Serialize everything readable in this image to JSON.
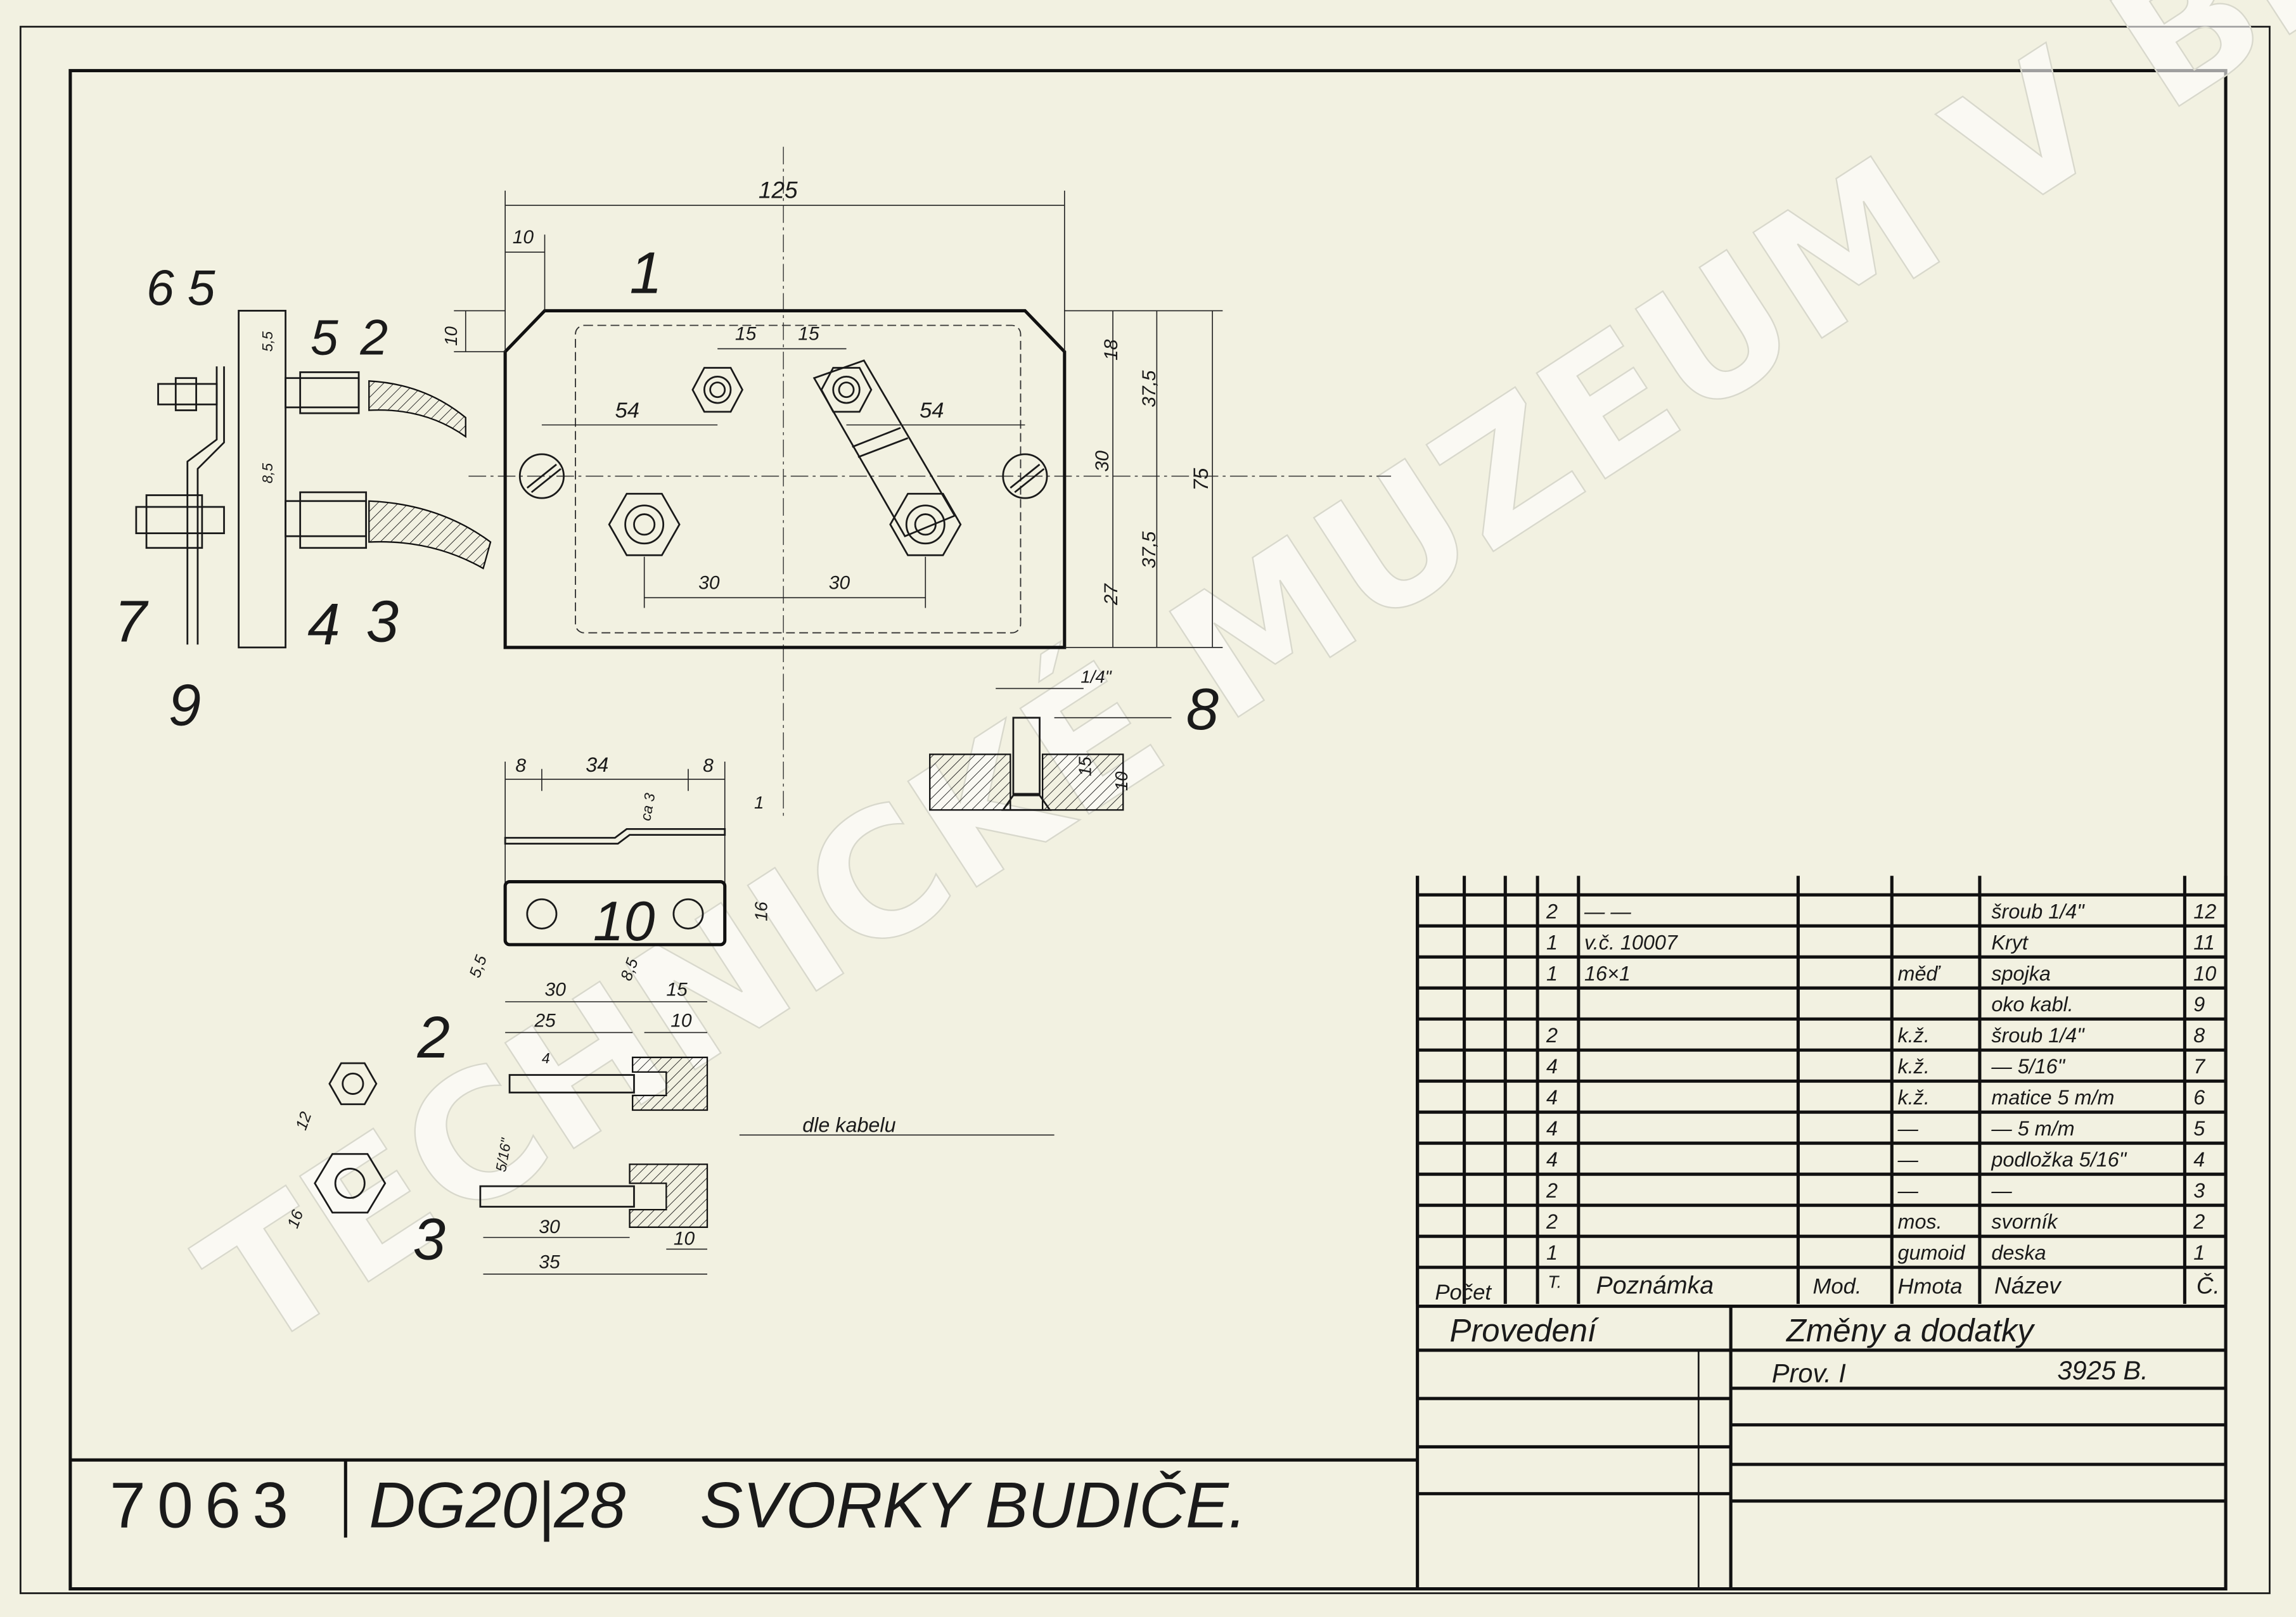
{
  "watermark": "TECHNICKÉ MUZEUM V BRNĚ",
  "title_block": {
    "drawing_number": "7063",
    "type": "DG20|28",
    "title": "SVORKY BUDIČE."
  },
  "plate_view": {
    "part_label": "1",
    "dims": {
      "width": "125",
      "chamfer": "10",
      "chamfer_v": "10",
      "pitch_left": "15",
      "pitch_right": "15",
      "offset_left": "54",
      "offset_right": "54",
      "bottom_left": "30",
      "bottom_right": "30",
      "r18": "18",
      "r375a": "37,5",
      "r30": "30",
      "r75": "75",
      "r375b": "37,5",
      "r27": "27"
    }
  },
  "side_view": {
    "labels": [
      "6",
      "5",
      "5",
      "2",
      "7",
      "9",
      "4",
      "3"
    ],
    "dims": {
      "d1": "5,5",
      "d2": "8,5"
    }
  },
  "part8": {
    "label": "8",
    "dims": {
      "thread": "1/4\"",
      "d1": "15",
      "d2": "10"
    }
  },
  "part10": {
    "label": "10",
    "dims": {
      "a": "8",
      "b": "34",
      "c": "8",
      "thick": "1",
      "ca": "ca 3",
      "hole": "5,5",
      "hole2": "8,5",
      "h": "16"
    }
  },
  "part2": {
    "label": "2",
    "dims": {
      "a": "30",
      "b": "15",
      "c": "25",
      "d": "10",
      "e": "4",
      "hex": "12"
    }
  },
  "part3": {
    "label": "3",
    "dims": {
      "a": "30",
      "b": "35",
      "c": "10",
      "d": "5/16\"",
      "hex": "16"
    },
    "note": "dle kabelu"
  },
  "parts_list": {
    "rows": [
      {
        "qty": "2",
        "note": "— —",
        "mod": "",
        "material": "",
        "name": "šroub 1/4\"",
        "no": "12"
      },
      {
        "qty": "1",
        "note": "v.č. 10007",
        "mod": "",
        "material": "",
        "name": "Kryt",
        "no": "11"
      },
      {
        "qty": "1",
        "note": "16×1",
        "mod": "",
        "material": "měď",
        "name": "spojka",
        "no": "10"
      },
      {
        "qty": "",
        "note": "",
        "mod": "",
        "material": "",
        "name": "oko kabl.",
        "no": "9"
      },
      {
        "qty": "2",
        "note": "",
        "mod": "",
        "material": "k.ž.",
        "name": "šroub 1/4\"",
        "no": "8"
      },
      {
        "qty": "4",
        "note": "",
        "mod": "",
        "material": "k.ž.",
        "name": "— 5/16\"",
        "no": "7"
      },
      {
        "qty": "4",
        "note": "",
        "mod": "",
        "material": "k.ž.",
        "name": "matice 5 m/m",
        "no": "6"
      },
      {
        "qty": "4",
        "note": "",
        "mod": "",
        "material": "—",
        "name": "— 5 m/m",
        "no": "5"
      },
      {
        "qty": "4",
        "note": "",
        "mod": "",
        "material": "—",
        "name": "podložka 5/16\"",
        "no": "4"
      },
      {
        "qty": "2",
        "note": "",
        "mod": "",
        "material": "—",
        "name": "—",
        "no": "3"
      },
      {
        "qty": "2",
        "note": "",
        "mod": "",
        "material": "mos.",
        "name": "svorník",
        "no": "2"
      },
      {
        "qty": "1",
        "note": "",
        "mod": "",
        "material": "gumoid",
        "name": "deska",
        "no": "1"
      }
    ],
    "header": {
      "t": "T.",
      "qty": "Počet",
      "note": "Poznámka",
      "mod": "Mod.",
      "material": "Hmota",
      "name": "Název",
      "no": "Č."
    }
  },
  "changes": {
    "left_header": "Provedení",
    "right_header": "Změny a dodatky",
    "entry": "Prov. I",
    "entry_ref": "3925 B."
  }
}
